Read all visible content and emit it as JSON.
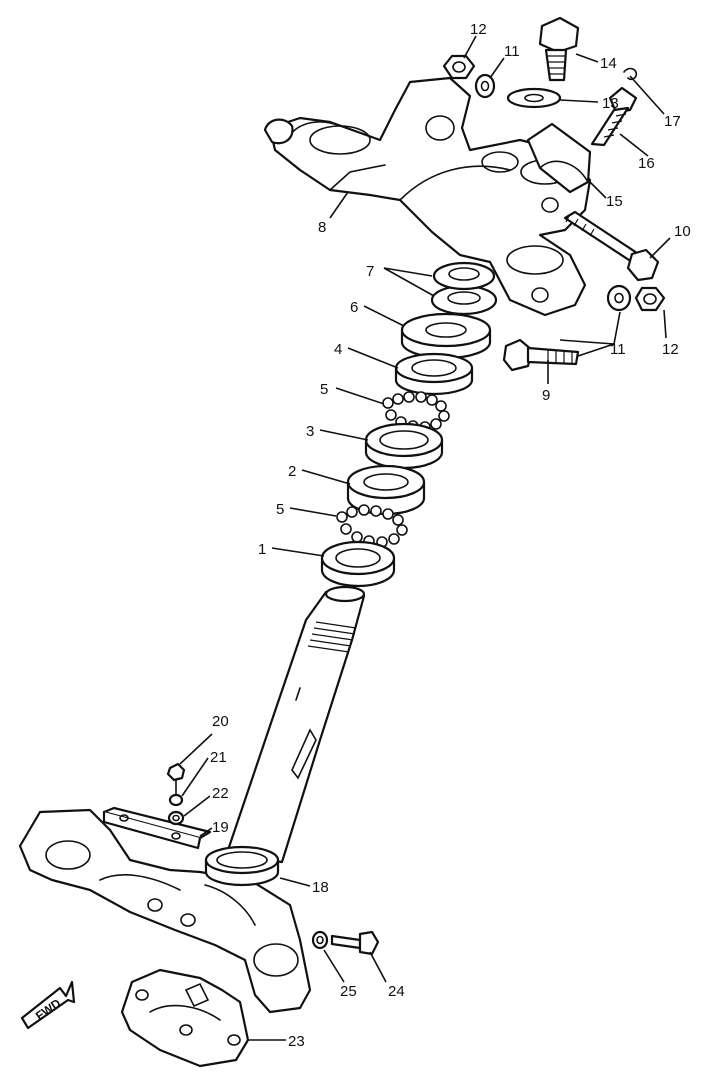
{
  "callouts": [
    "1",
    "2",
    "3",
    "4",
    "5",
    "5",
    "6",
    "7",
    "8",
    "9",
    "10",
    "11",
    "11",
    "12",
    "12",
    "13",
    "14",
    "15",
    "16",
    "17",
    "18",
    "19",
    "20",
    "21",
    "22",
    "23",
    "24",
    "25"
  ],
  "fwd_label": "FWD"
}
